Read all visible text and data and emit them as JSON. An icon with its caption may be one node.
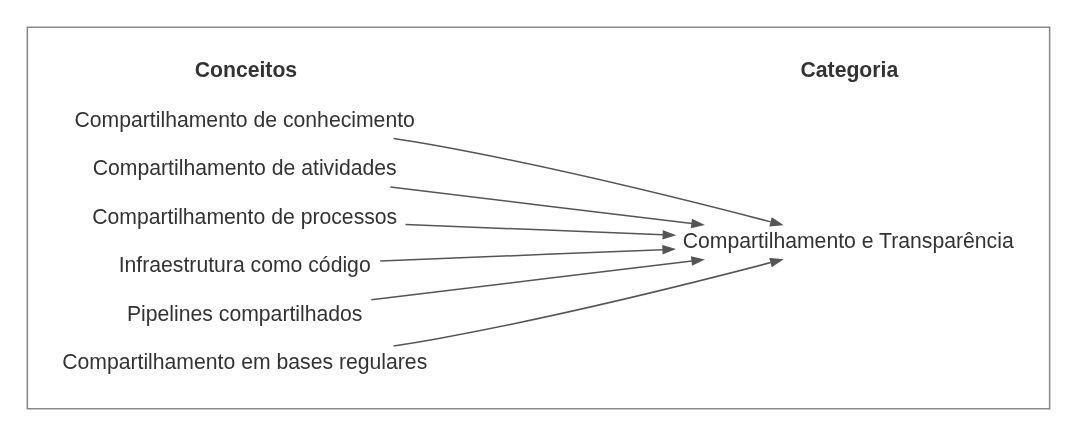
{
  "diagram": {
    "nodes": [
      {
        "text": [],
        "shape": "box"
      },
      {
        "text": [
          "Compartilhamento de conhecimento"
        ],
        "in": 0
      },
      {
        "text": [
          "Compartilhamento de atividades"
        ],
        "in": 0
      },
      {
        "text": [
          "Compartilhamento de processos"
        ],
        "in": 0
      },
      {
        "text": [
          "Infraestrutura como código"
        ],
        "in": 0
      },
      {
        "text": [
          "Pipelines compartilhados"
        ],
        "in": 0
      },
      {
        "text": [
          "Compartilhamento em bases regulares"
        ],
        "in": 0
      },
      {
        "text": [
          "Compartilhamento e Transparência"
        ],
        "in": 0
      }
    ],
    "edges": [
      {
        "from": 1,
        "to": 7,
        "arrow": "to"
      },
      {
        "from": 2,
        "to": 7,
        "arrow": "to"
      },
      {
        "from": 3,
        "to": 7,
        "arrow": "to"
      },
      {
        "from": 4,
        "to": 7,
        "arrow": "to"
      },
      {
        "from": 5,
        "to": 7,
        "arrow": "to"
      },
      {
        "from": 6,
        "to": 7,
        "arrow": "to"
      }
    ],
    "labels": [
      "Conceitos",
      "Categoria"
    ]
  }
}
